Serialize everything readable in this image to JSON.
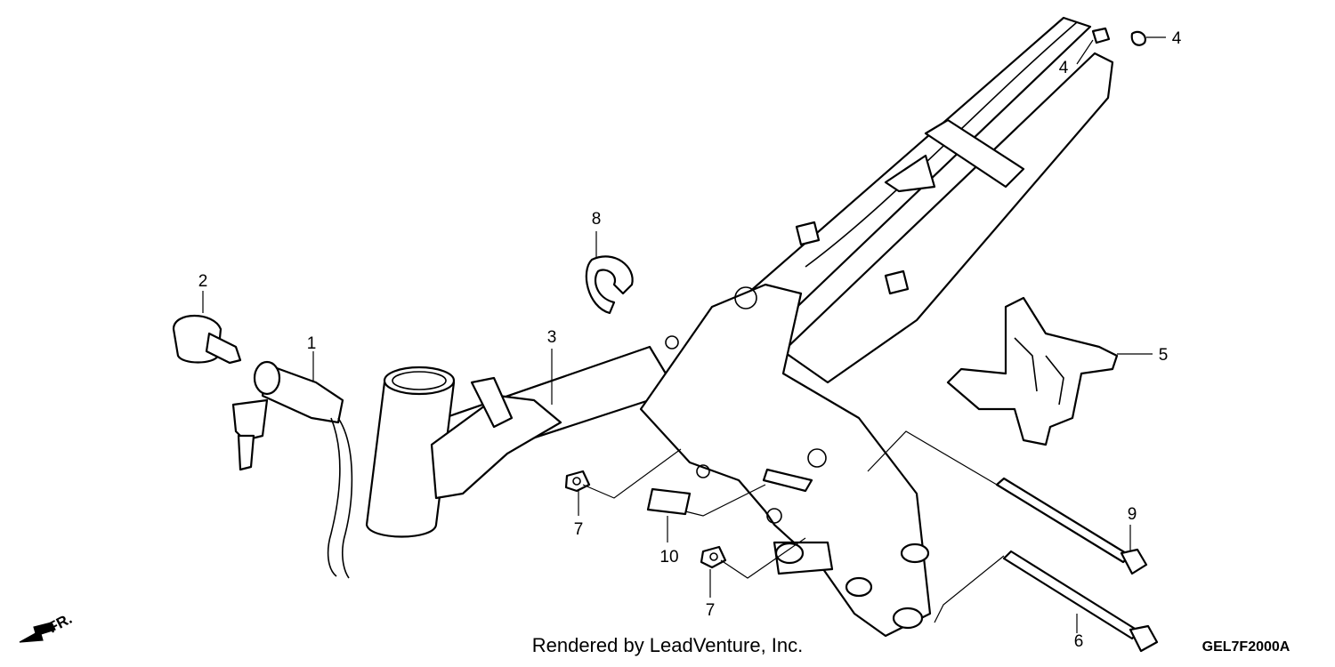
{
  "diagram": {
    "callouts": [
      {
        "id": "c1",
        "text": "1"
      },
      {
        "id": "c2",
        "text": "2"
      },
      {
        "id": "c3",
        "text": "3"
      },
      {
        "id": "c4a",
        "text": "4"
      },
      {
        "id": "c4b",
        "text": "4"
      },
      {
        "id": "c5",
        "text": "5"
      },
      {
        "id": "c6",
        "text": "6"
      },
      {
        "id": "c7a",
        "text": "7"
      },
      {
        "id": "c7b",
        "text": "7"
      },
      {
        "id": "c8",
        "text": "8"
      },
      {
        "id": "c9",
        "text": "9"
      },
      {
        "id": "c10",
        "text": "10"
      }
    ],
    "direction_label": "FR.",
    "credit": "Rendered by LeadVenture, Inc.",
    "diagram_code": "GEL7F2000A"
  },
  "colors": {
    "line": "#000000",
    "background": "#ffffff"
  }
}
